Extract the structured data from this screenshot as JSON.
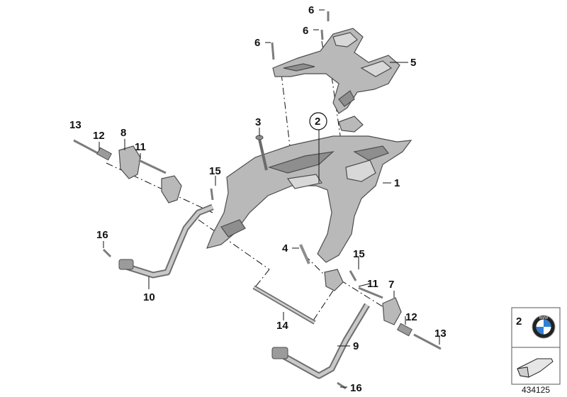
{
  "callouts": {
    "c1": "1",
    "c2": "2",
    "c3": "3",
    "c4": "4",
    "c5": "5",
    "c6a": "6",
    "c6b": "6",
    "c6c": "6",
    "c7": "7",
    "c8": "8",
    "c9": "9",
    "c10": "10",
    "c11a": "11",
    "c11b": "11",
    "c12a": "12",
    "c12b": "12",
    "c13a": "13",
    "c13b": "13",
    "c14": "14",
    "c15a": "15",
    "c15b": "15",
    "c16a": "16",
    "c16b": "16"
  },
  "legend": {
    "number": "2",
    "logo_letters": "BMW"
  },
  "reference_number": "434125"
}
